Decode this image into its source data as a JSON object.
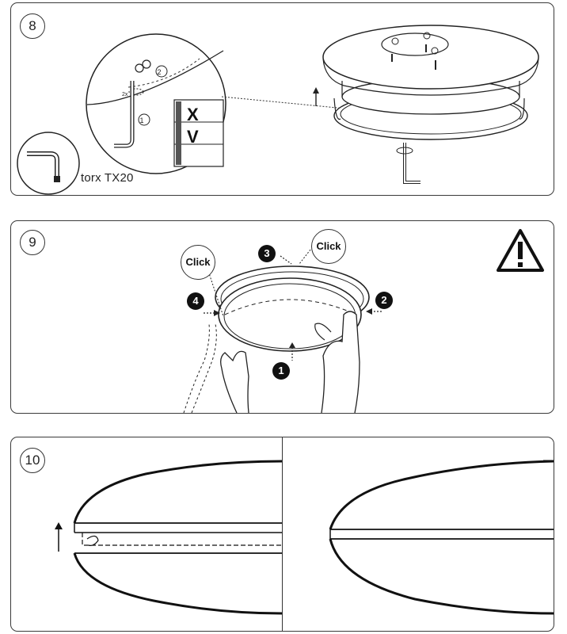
{
  "steps": [
    {
      "number": "8",
      "tool_label": "torx TX20",
      "callouts": [
        "2",
        "1"
      ],
      "qty": "2x",
      "wrong_mark": "X",
      "right_mark": "V"
    },
    {
      "number": "9",
      "click_left": "Click",
      "click_right": "Click",
      "order": [
        "1",
        "2",
        "3",
        "4"
      ],
      "warning_icon": "warning-triangle-icon"
    },
    {
      "number": "10"
    }
  ],
  "colors": {
    "line": "#1a1a1a",
    "frame": "#3a3a3a",
    "background": "#ffffff"
  }
}
